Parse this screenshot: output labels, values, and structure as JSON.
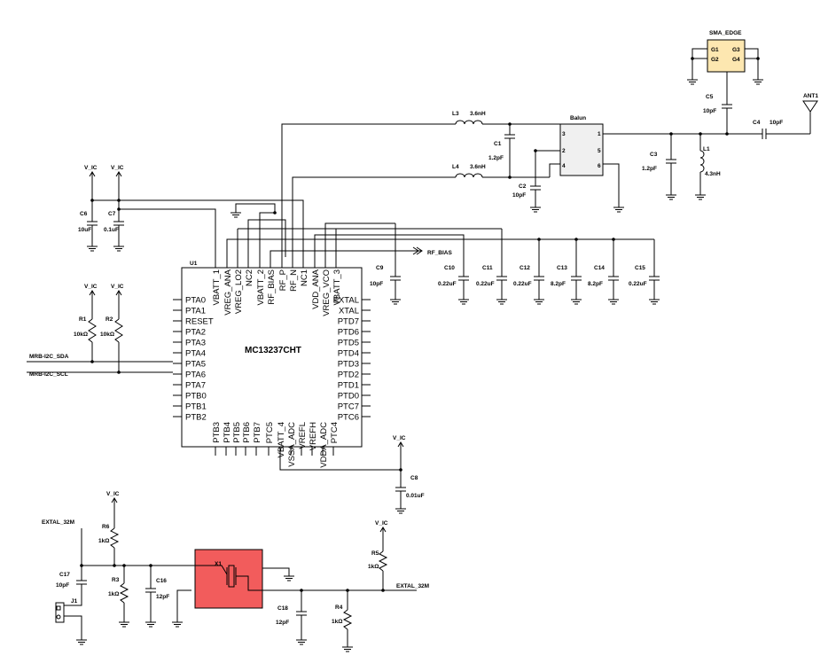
{
  "chip": {
    "ref": "U1",
    "part": "MC13237CHT",
    "top_pins": [
      "VBATT_1",
      "VREG_ANA",
      "VREG_LO2",
      "NC2",
      "VBATT_2",
      "RF_BIAS",
      "RF_P",
      "RF_N",
      "NC1",
      "VDD_ANA",
      "VREG_VCO",
      "VBATT_3"
    ],
    "left_pins": [
      "PTA0",
      "PTA1",
      "RESET",
      "PTA2",
      "PTA3",
      "PTA4",
      "PTA5",
      "PTA6",
      "PTA7",
      "PTB0",
      "PTB1",
      "PTB2"
    ],
    "right_pins": [
      "EXTAL",
      "XTAL",
      "PTD7",
      "PTD6",
      "PTD5",
      "PTD4",
      "PTD3",
      "PTD2",
      "PTD1",
      "PTD0",
      "PTC7",
      "PTC6"
    ],
    "bottom_pins": [
      "PTB3",
      "PTB4",
      "PTB5",
      "PTB6",
      "PTB7",
      "PTC5",
      "VBATT_4",
      "VSSA_ADC",
      "VREFL",
      "VREFH",
      "VDDA_ADC",
      "PTC4"
    ]
  },
  "nets": {
    "rail": "V_IC",
    "rf_bias": "RF_BIAS",
    "sda": "MRB-I2C_SDA",
    "scl": "MRB-I2C_SCL",
    "extal": "EXTAL_32M"
  },
  "rf": {
    "balun_label": "Balun",
    "balun_pins": [
      "3",
      "2",
      "4",
      "1",
      "5",
      "6"
    ],
    "connector_label": "SMA_EDGE",
    "connector_pins": [
      "G1",
      "G3",
      "G2",
      "G4"
    ],
    "antenna": "ANT1"
  },
  "components": {
    "l3": {
      "ref": "L3",
      "value": "3.6nH"
    },
    "l4": {
      "ref": "L4",
      "value": "3.6nH"
    },
    "c1": {
      "ref": "C1",
      "value": "1.2pF"
    },
    "c2": {
      "ref": "C2",
      "value": "10pF"
    },
    "c3": {
      "ref": "C3",
      "value": "1.2pF"
    },
    "l1": {
      "ref": "L1",
      "value": "4.3nH"
    },
    "c4": {
      "ref": "C4",
      "value": "10pF"
    },
    "c5": {
      "ref": "C5",
      "value": "10pF"
    },
    "c6": {
      "ref": "C6",
      "value": "10uF"
    },
    "c7": {
      "ref": "C7",
      "value": "0.1uF"
    },
    "c9": {
      "ref": "C9",
      "value": "10pF"
    },
    "c10": {
      "ref": "C10",
      "value": "0.22uF"
    },
    "c11": {
      "ref": "C11",
      "value": "0.22uF"
    },
    "c12": {
      "ref": "C12",
      "value": "0.22uF"
    },
    "c13": {
      "ref": "C13",
      "value": "8.2pF"
    },
    "c14": {
      "ref": "C14",
      "value": "8.2pF"
    },
    "c15": {
      "ref": "C15",
      "value": "0.22uF"
    },
    "r1": {
      "ref": "R1",
      "value": "10kΩ"
    },
    "r2": {
      "ref": "R2",
      "value": "10kΩ"
    },
    "c8": {
      "ref": "C8",
      "value": "0.01uF"
    },
    "r6": {
      "ref": "R6",
      "value": "1kΩ"
    },
    "r3": {
      "ref": "R3",
      "value": "1kΩ"
    },
    "c16": {
      "ref": "C16",
      "value": "12pF"
    },
    "c17": {
      "ref": "C17",
      "value": "10pF"
    },
    "j1": {
      "ref": "J1"
    },
    "x1": {
      "ref": "X1"
    },
    "c18": {
      "ref": "C18",
      "value": "12pF"
    },
    "r4": {
      "ref": "R4",
      "value": "1kΩ"
    },
    "r5": {
      "ref": "R5",
      "value": "1kΩ"
    }
  },
  "colors": {
    "wire": "#000000",
    "crystal_box": "#f25c5c",
    "connector_fill": "#fde7b0"
  }
}
